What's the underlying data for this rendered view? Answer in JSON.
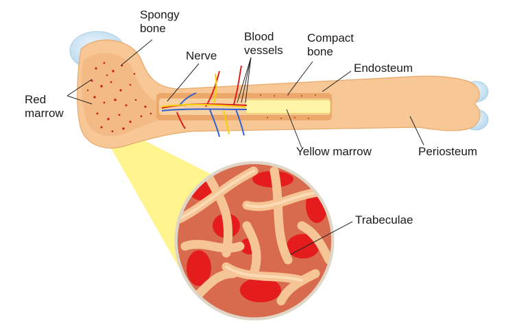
{
  "labels": {
    "spongy_bone": "Spongy\nbone",
    "nerve": "Nerve",
    "blood_vessels": "Blood\nvessels",
    "compact_bone": "Compact\nbone",
    "endosteum": "Endosteum",
    "red_marrow": "Red\nmarrow",
    "yellow_marrow": "Yellow marrow",
    "periosteum": "Periosteum",
    "trabeculae": "Trabeculae"
  },
  "colors": {
    "bone": "#f7c795",
    "bone_dark": "#e8a86a",
    "cartilage": "#cfe6f5",
    "marrow_red": "#e02020",
    "yellow_marrow": "#fff4a8",
    "magnifier": "#fff27a",
    "nerve": "#f5d000",
    "vessel_red": "#d81e1e",
    "vessel_blue": "#2f5fd0"
  }
}
